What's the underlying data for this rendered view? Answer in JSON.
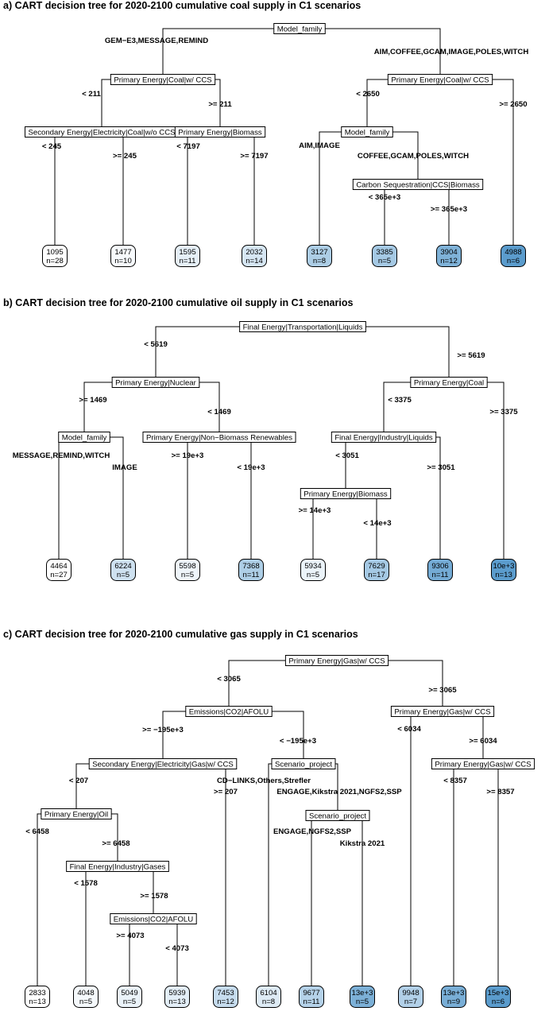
{
  "palette": {
    "lowest": "#ffffff",
    "highest": "#5b9ccd",
    "ink": "#000000",
    "background": "#ffffff"
  },
  "panels": [
    {
      "id": "a",
      "title": "a) CART decision tree for 2020-2100 cumulative coal supply in C1 scenarios",
      "nodes": [
        {
          "id": "a1",
          "label": "Model_family"
        },
        {
          "id": "a2",
          "label": "Primary Energy|Coal|w/ CCS"
        },
        {
          "id": "a3",
          "label": "Primary Energy|Coal|w/ CCS"
        },
        {
          "id": "a4",
          "label": "Secondary Energy|Electricity|Coal|w/o CCS"
        },
        {
          "id": "a5",
          "label": "Primary Energy|Biomass"
        },
        {
          "id": "a6",
          "label": "Model_family"
        },
        {
          "id": "a7",
          "label": "Carbon Sequestration|CCS|Biomass"
        }
      ],
      "leaves": [
        {
          "id": "al1",
          "value": "1095",
          "n": "n=28",
          "level": 0.0
        },
        {
          "id": "al2",
          "value": "1477",
          "n": "n=10",
          "level": 0.05
        },
        {
          "id": "al3",
          "value": "1595",
          "n": "n=11",
          "level": 0.15
        },
        {
          "id": "al4",
          "value": "2032",
          "n": "n=14",
          "level": 0.25
        },
        {
          "id": "al5",
          "value": "3127",
          "n": "n=8",
          "level": 0.5
        },
        {
          "id": "al6",
          "value": "3385",
          "n": "n=5",
          "level": 0.55
        },
        {
          "id": "al7",
          "value": "3904",
          "n": "n=12",
          "level": 0.78
        },
        {
          "id": "al8",
          "value": "4988",
          "n": "n=6",
          "level": 1.0
        }
      ],
      "edge_labels": [
        "GEM−E3,MESSAGE,REMIND",
        "AIM,COFFEE,GCAM,IMAGE,POLES,WITCH",
        "< 211",
        ">= 211",
        "< 2650",
        ">= 2650",
        "< 245",
        ">= 245",
        "< 7197",
        ">= 7197",
        "AIM,IMAGE",
        "COFFEE,GCAM,POLES,WITCH",
        "< 365e+3",
        ">= 365e+3"
      ]
    },
    {
      "id": "b",
      "title": "b) CART decision tree for 2020-2100 cumulative oil supply in C1 scenarios",
      "nodes": [
        {
          "id": "b1",
          "label": "Final Energy|Transportation|Liquids"
        },
        {
          "id": "b2",
          "label": "Primary Energy|Nuclear"
        },
        {
          "id": "b3",
          "label": "Primary Energy|Coal"
        },
        {
          "id": "b4",
          "label": "Model_family"
        },
        {
          "id": "b5",
          "label": "Primary Energy|Non−Biomass Renewables"
        },
        {
          "id": "b6",
          "label": "Final Energy|Industry|Liquids"
        },
        {
          "id": "b7",
          "label": "Primary Energy|Biomass"
        }
      ],
      "leaves": [
        {
          "id": "bl1",
          "value": "4464",
          "n": "n=27",
          "level": 0.0
        },
        {
          "id": "bl2",
          "value": "6224",
          "n": "n=5",
          "level": 0.3
        },
        {
          "id": "bl3",
          "value": "5598",
          "n": "n=5",
          "level": 0.1
        },
        {
          "id": "bl4",
          "value": "7368",
          "n": "n=11",
          "level": 0.5
        },
        {
          "id": "bl5",
          "value": "5934",
          "n": "n=5",
          "level": 0.12
        },
        {
          "id": "bl6",
          "value": "7629",
          "n": "n=17",
          "level": 0.55
        },
        {
          "id": "bl7",
          "value": "9306",
          "n": "n=11",
          "level": 0.85
        },
        {
          "id": "bl8",
          "value": "10e+3",
          "n": "n=13",
          "level": 1.0
        }
      ],
      "edge_labels": [
        "< 5619",
        ">= 5619",
        ">= 1469",
        "< 1469",
        "< 3375",
        ">= 3375",
        "MESSAGE,REMIND,WITCH",
        "IMAGE",
        ">= 19e+3",
        "< 19e+3",
        "< 3051",
        ">= 3051",
        ">= 14e+3",
        "< 14e+3"
      ]
    },
    {
      "id": "c",
      "title": "c) CART decision tree for 2020-2100 cumulative gas supply in C1 scenarios",
      "nodes": [
        {
          "id": "c1",
          "label": "Primary Energy|Gas|w/ CCS"
        },
        {
          "id": "c2",
          "label": "Emissions|CO2|AFOLU"
        },
        {
          "id": "c3",
          "label": "Primary Energy|Gas|w/ CCS"
        },
        {
          "id": "c4",
          "label": "Secondary Energy|Electricity|Gas|w/ CCS"
        },
        {
          "id": "c5",
          "label": "Scenario_project"
        },
        {
          "id": "c6",
          "label": "Primary Energy|Gas|w/ CCS"
        },
        {
          "id": "c7",
          "label": "Primary Energy|Oil"
        },
        {
          "id": "c8",
          "label": "Scenario_project"
        },
        {
          "id": "c9",
          "label": "Final Energy|Industry|Gases"
        },
        {
          "id": "c10",
          "label": "Emissions|CO2|AFOLU"
        }
      ],
      "leaves": [
        {
          "id": "cl1",
          "value": "2833",
          "n": "n=13",
          "level": 0.0
        },
        {
          "id": "cl2",
          "value": "4048",
          "n": "n=5",
          "level": 0.06
        },
        {
          "id": "cl3",
          "value": "5049",
          "n": "n=5",
          "level": 0.12
        },
        {
          "id": "cl4",
          "value": "5939",
          "n": "n=13",
          "level": 0.17
        },
        {
          "id": "cl5",
          "value": "7453",
          "n": "n=12",
          "level": 0.35
        },
        {
          "id": "cl6",
          "value": "6104",
          "n": "n=8",
          "level": 0.2
        },
        {
          "id": "cl7",
          "value": "9677",
          "n": "n=11",
          "level": 0.45
        },
        {
          "id": "cl8",
          "value": "13e+3",
          "n": "n=5",
          "level": 0.8
        },
        {
          "id": "cl9",
          "value": "9948",
          "n": "n=7",
          "level": 0.47
        },
        {
          "id": "cl10",
          "value": "13e+3",
          "n": "n=9",
          "level": 0.82
        },
        {
          "id": "cl11",
          "value": "15e+3",
          "n": "n=6",
          "level": 1.0
        }
      ],
      "edge_labels": [
        "< 3065",
        ">= 3065",
        ">= −195e+3",
        "< −195e+3",
        "< 6034",
        ">= 6034",
        "< 207",
        ">= 207",
        "CD−LINKS,Others,Strefler",
        "ENGAGE,Kikstra 2021,NGFS2,SSP",
        "< 8357",
        ">= 8357",
        "< 6458",
        ">= 6458",
        "ENGAGE,NGFS2,SSP",
        "Kikstra 2021",
        "< 1578",
        ">= 1578",
        ">= 4073",
        "< 4073"
      ]
    }
  ]
}
